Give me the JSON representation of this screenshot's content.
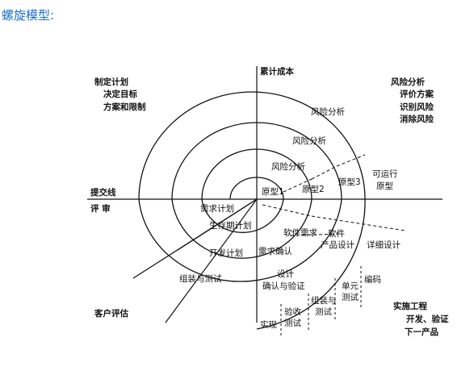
{
  "page": {
    "title": "螺旋模型:"
  },
  "axes": {
    "top": "累计成本",
    "left": "提交线",
    "left_sub": "评 审"
  },
  "quadrant_top_left": [
    "制定计划",
    "决定目标",
    "方案和限制"
  ],
  "quadrant_top_right": [
    "风险分析",
    "评价方案",
    "识别风险",
    "消除风险"
  ],
  "quadrant_bottom_left": [
    "客户评估"
  ],
  "quadrant_bottom_right": [
    "实施工程",
    "开发、验证",
    "下一产品"
  ],
  "risk_labels": [
    "风险分析",
    "风险分析",
    "风险分析"
  ],
  "prototypes": [
    "原型1",
    "原型2",
    "原型3",
    "可运行",
    "原型"
  ],
  "planning_labels": [
    "需求计划",
    "生存期计划",
    "开发计划",
    "组装与测试"
  ],
  "engineering_labels": {
    "software_req": "软件需求",
    "req_confirm": "需求确认",
    "product_design": [
      "软件",
      "产品设计"
    ],
    "detail_design": "详细设计",
    "design_verify": [
      "设计",
      "确认与验证"
    ],
    "coding": "编码",
    "unit_test": [
      "单元",
      "测试"
    ],
    "integration_test": [
      "组装与",
      "测试"
    ],
    "acceptance_test": [
      "验收",
      "测试"
    ],
    "implementation": "实现"
  }
}
